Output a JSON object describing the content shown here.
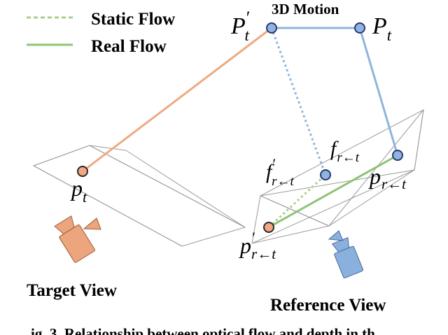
{
  "legend": {
    "static_flow": "Static Flow",
    "real_flow": "Real Flow"
  },
  "labels": {
    "motion": "3D Motion",
    "target_view": "Target View",
    "reference_view": "Reference View"
  },
  "math": {
    "P_t_prime_base": "P",
    "P_t_prime_sub": "t",
    "P_t_prime_prime": "′",
    "P_t_base": "P",
    "P_t_sub": "t",
    "p_t_base": "p",
    "p_t_sub": "t",
    "f_prime_base": "f",
    "f_prime_prime": "′",
    "f_prime_sub": "r←t",
    "f_base": "f",
    "f_sub": "r←t",
    "p_r_t_base": "p",
    "p_r_t_sub": "r←t",
    "p_prime_base": "p",
    "p_prime_prime": "′",
    "p_prime_sub": "r←t"
  },
  "caption_fragment": "ig. 3.  Relationship between optical flow and depth in th",
  "colors": {
    "static_flow": "#a9cf8f",
    "real_flow": "#8cc472",
    "motion": "#8fb4dc",
    "point_fill": "#8eb4e2",
    "point_stroke": "#2a3a70",
    "orange_point": "#f2a880",
    "orange_line": "#efa983",
    "camera_orange": "#eda57d",
    "camera_blue": "#8ab0de",
    "frame_gray": "#9a9a9a",
    "text": "#000000"
  },
  "icons": {
    "target_camera": "camera-icon",
    "reference_camera": "camera-icon"
  }
}
